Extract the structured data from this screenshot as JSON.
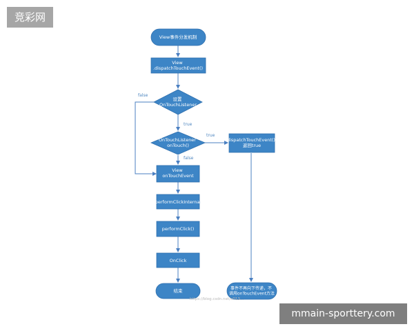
{
  "overlay": {
    "brand_label": "竞彩网",
    "site_label": "mmain-sporttery.com",
    "blog_watermark": "https://blog.csdn.net/u013..."
  },
  "colors": {
    "node_fill": "#3d85c6",
    "node_stroke": "#2f6fae",
    "edge": "#4a7fc1",
    "edge_label": "#4f87c0"
  },
  "nodes": {
    "start": [
      "View事件分发机制"
    ],
    "view_dispatch": [
      "View",
      ".dispatchTouchEvent()"
    ],
    "has_listener": [
      "设置",
      "OnTouchListener"
    ],
    "listener_ontouch": [
      "OnTouchListener",
      "onTouch()"
    ],
    "dispatch_true": [
      "dispatchTouchEvent()",
      "返回true"
    ],
    "view_ontouchevent": [
      "View",
      "onTouchEvent"
    ],
    "perform_click_internal": [
      "performClickInternal"
    ],
    "perform_click": [
      "performClick()"
    ],
    "on_click": [
      "OnClick"
    ],
    "end": [
      "结束"
    ],
    "stop": [
      "事件不再向下传递，不",
      "调用onTouchEvent方法"
    ]
  },
  "edges": {
    "false_1": "false",
    "true_1": "true",
    "true_2": "true",
    "false_2": "false"
  }
}
